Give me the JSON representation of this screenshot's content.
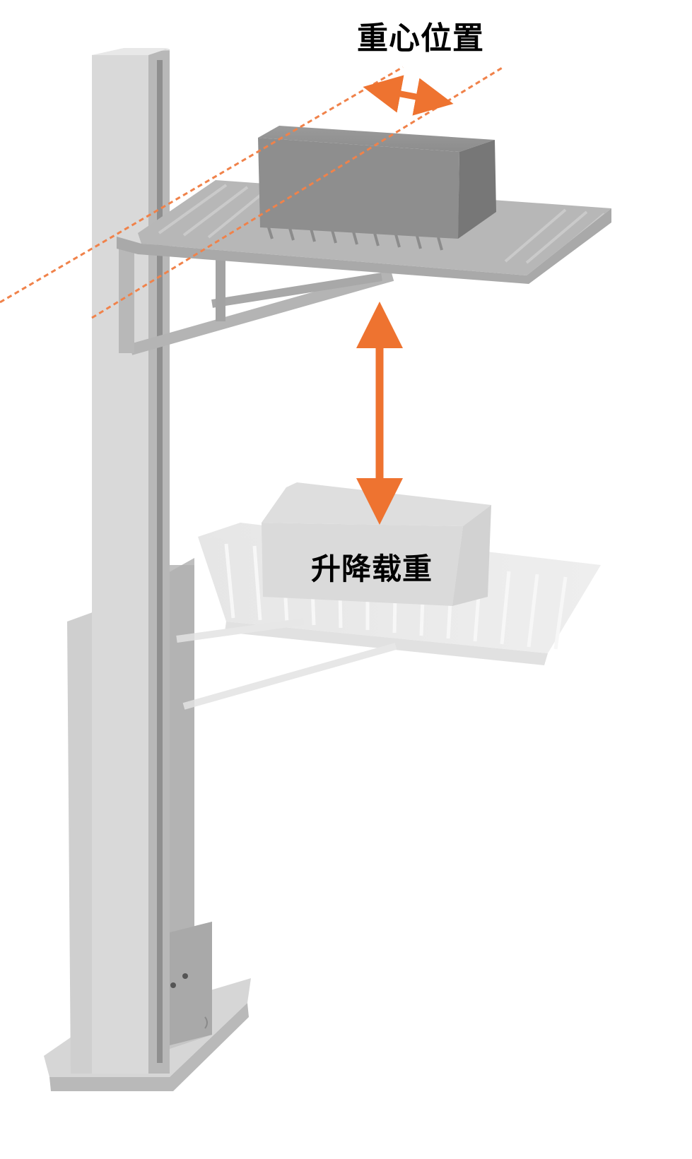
{
  "diagram": {
    "subject": "column-lifter",
    "labels": {
      "center_of_gravity": "重心位置",
      "lift_load": "升降载重"
    },
    "annotations": [
      {
        "type": "dashed-line-pair",
        "meaning": "center-of-gravity-range",
        "color": "#f0824a"
      },
      {
        "type": "horizontal-double-arrow",
        "meaning": "center-of-gravity-offset",
        "color": "#ee7330"
      },
      {
        "type": "vertical-double-arrow",
        "meaning": "lift-travel",
        "color": "#ee7330"
      }
    ],
    "components": [
      "vertical-column",
      "upper-platform-raised",
      "load-box-raised",
      "lower-platform-lowered-ghost",
      "load-box-lowered-ghost",
      "base-plate",
      "carriage"
    ],
    "colors": {
      "accent_orange": "#ee7330",
      "column_light": "#d7d7d7",
      "column_mid": "#bdbdbd",
      "column_dark": "#a6a6a6",
      "platform": "#b5b5b5",
      "box_front": "#8e8e8e",
      "box_top": "#9a9a9a",
      "box_side": "#7a7a7a",
      "ghost": "#e6e6e6"
    }
  }
}
